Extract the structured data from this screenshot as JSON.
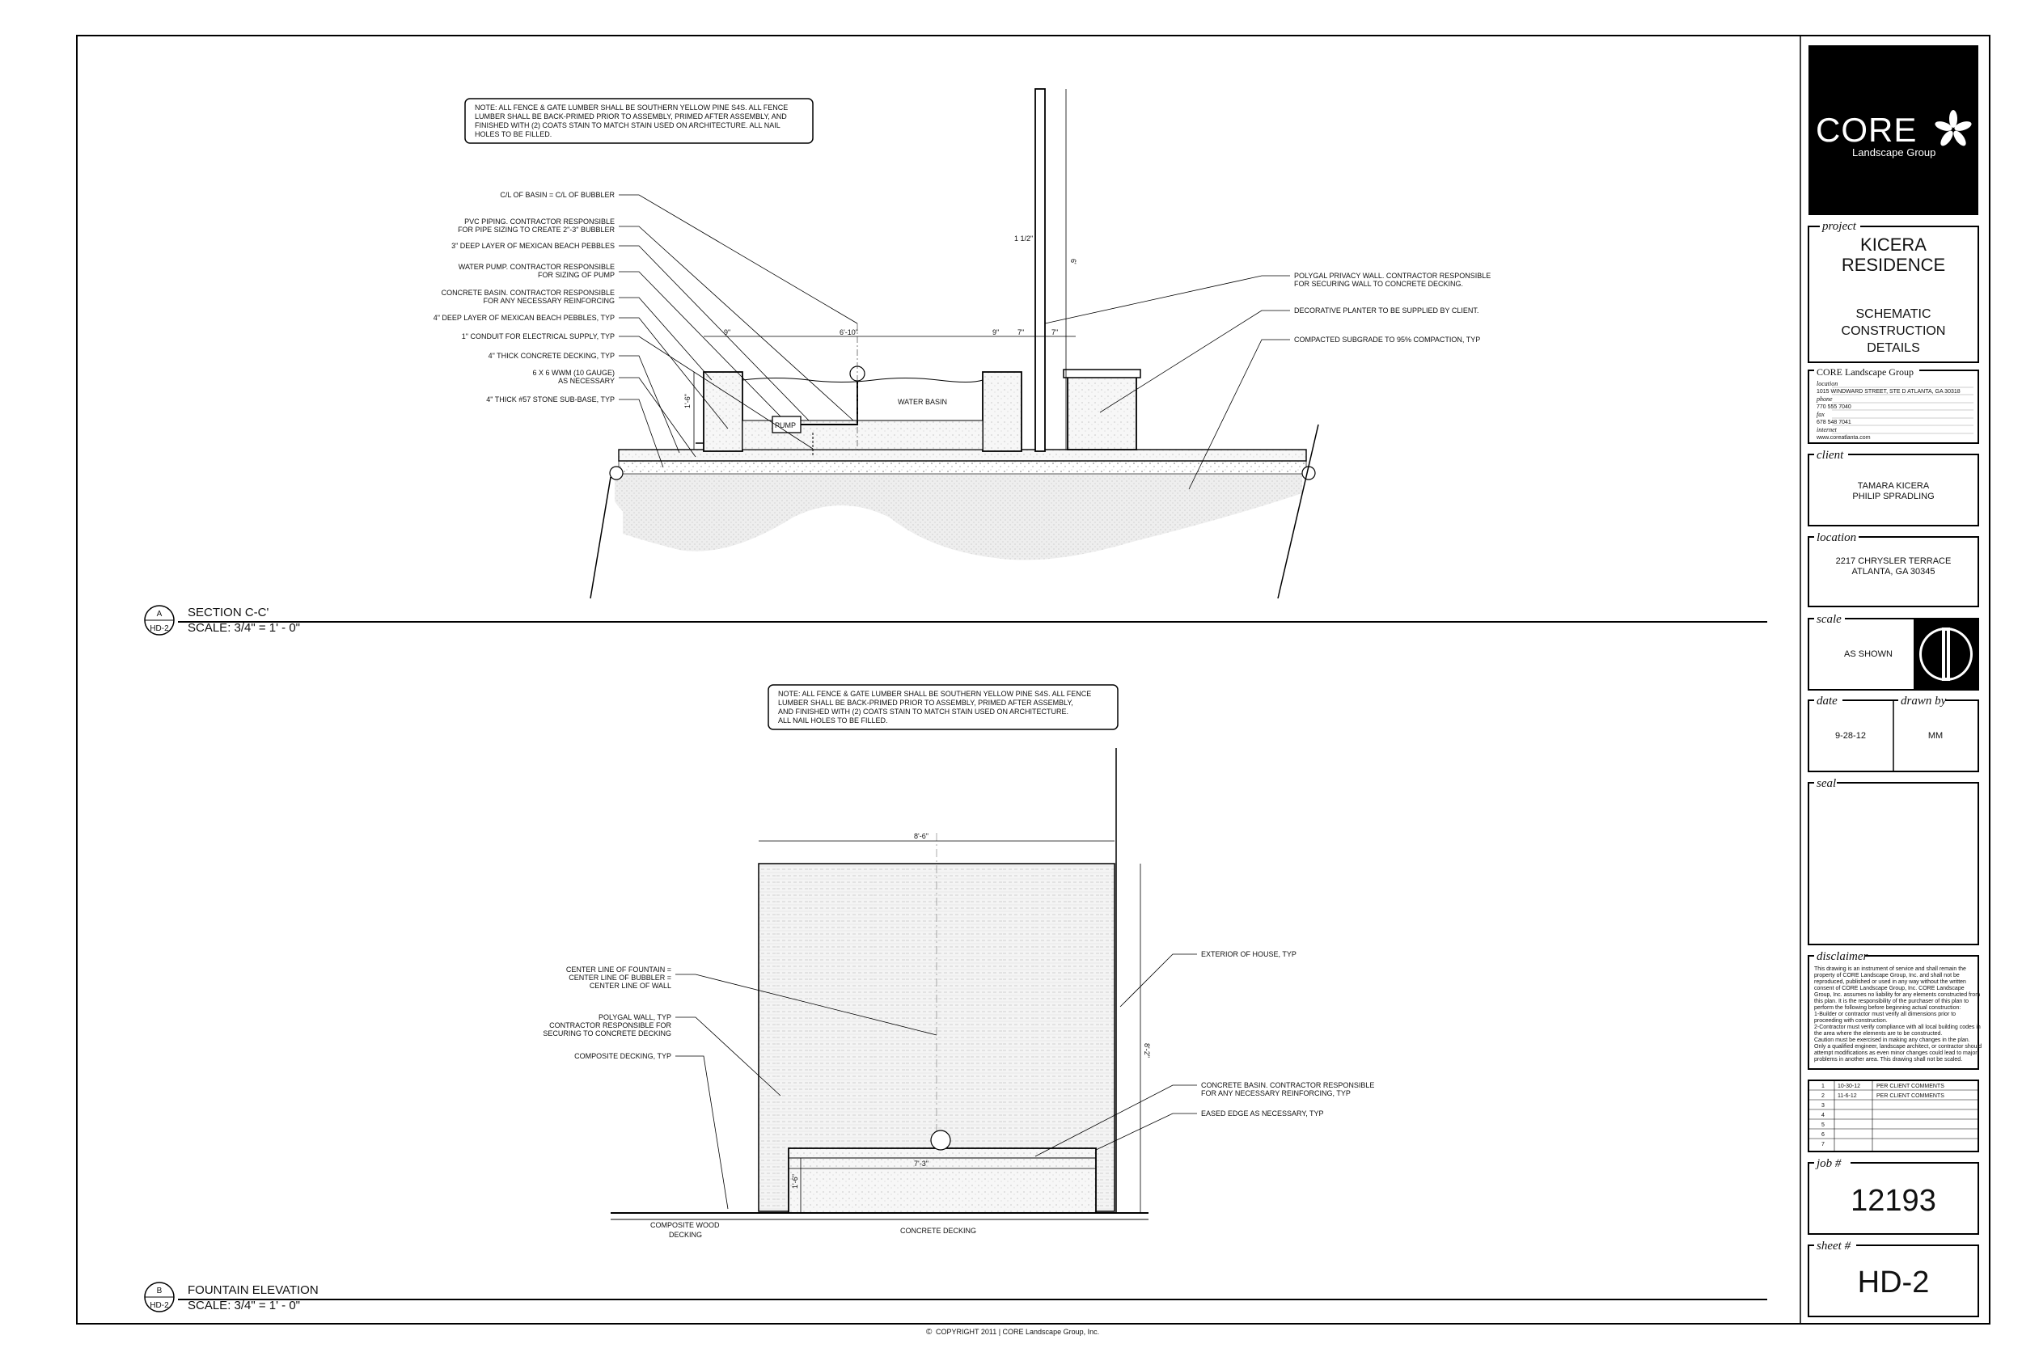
{
  "note_text": [
    "NOTE: ALL FENCE & GATE LUMBER SHALL BE SOUTHERN YELLOW PINE S4S. ALL FENCE",
    "LUMBER SHALL BE BACK-PRIMED PRIOR TO ASSEMBLY,  PRIMED AFTER ASSEMBLY,  AND",
    "FINISHED WITH (2) COATS STAIN TO MATCH STAIN USED ON ARCHITECTURE. ALL NAIL",
    "HOLES TO BE FILLED."
  ],
  "note_text_b": [
    "NOTE: ALL FENCE & GATE LUMBER SHALL BE SOUTHERN YELLOW PINE S4S. ALL FENCE",
    "LUMBER SHALL BE BACK-PRIMED PRIOR TO ASSEMBLY,  PRIMED AFTER ASSEMBLY,",
    "AND FINISHED WITH (2) COATS STAIN TO MATCH STAIN USED ON ARCHITECTURE.",
    "ALL NAIL HOLES TO BE FILLED."
  ],
  "section_a": {
    "bubble_top": "A",
    "bubble_bottom": "HD-2",
    "title": "SECTION C-C'",
    "scale": "SCALE: 3/4\" = 1' - 0\"",
    "labels_left": [
      "C/L OF BASIN = C/L OF BUBBLER",
      "PVC PIPING. CONTRACTOR RESPONSIBLE",
      "FOR PIPE SIZING TO CREATE 2\"-3\" BUBBLER",
      "3\" DEEP LAYER OF MEXICAN BEACH PEBBLES",
      "WATER PUMP. CONTRACTOR RESPONSIBLE",
      "FOR SIZING OF PUMP",
      "CONCRETE BASIN. CONTRACTOR RESPONSIBLE",
      "FOR ANY NECESSARY REINFORCING",
      "4\" DEEP LAYER OF MEXICAN BEACH PEBBLES, TYP",
      "1\" CONDUIT FOR ELECTRICAL SUPPLY, TYP",
      "4\" THICK CONCRETE DECKING, TYP",
      "6 X 6 WWM (10 GAUGE)",
      "AS NECESSARY",
      "4\" THICK #57 STONE SUB-BASE, TYP"
    ],
    "labels_right": [
      "POLYGAL PRIVACY WALL. CONTRACTOR RESPONSIBLE",
      "FOR SECURING WALL TO CONCRETE DECKING.",
      "DECORATIVE PLANTER TO BE SUPPLIED BY CLIENT.",
      "COMPACTED SUBGRADE TO 95% COMPACTION, TYP"
    ],
    "dims": [
      "9\"",
      "6'-10\"",
      "9\"",
      "7\"",
      "7\"",
      "1 1/2\"",
      "6'",
      "1'-6\""
    ],
    "pump": "PUMP",
    "water_basin": "WATER BASIN"
  },
  "section_b": {
    "bubble_top": "B",
    "bubble_bottom": "HD-2",
    "title": "FOUNTAIN ELEVATION",
    "scale": "SCALE: 3/4\" = 1' - 0\"",
    "labels_left": [
      "CENTER LINE OF FOUNTAIN =",
      "CENTER LINE OF BUBBLER =",
      "CENTER LINE OF WALL",
      "POLYGAL WALL, TYP",
      "CONTRACTOR RESPONSIBLE FOR",
      "SECURING TO CONCRETE DECKING",
      "COMPOSITE DECKING, TYP"
    ],
    "labels_right": [
      "EXTERIOR OF HOUSE, TYP",
      "CONCRETE BASIN. CONTRACTOR RESPONSIBLE",
      "FOR ANY NECESSARY REINFORCING, TYP",
      "EASED EDGE AS NECESSARY, TYP"
    ],
    "dims": [
      "8'-6\"",
      "8'-2\"",
      "7'-3\"",
      "1'-6\""
    ],
    "composite_wood": [
      "COMPOSITE WOOD",
      "DECKING"
    ],
    "concrete_decking": "CONCRETE DECKING"
  },
  "copyright": "COPYRIGHT  2011  |  CORE Landscape Group, Inc.",
  "title_block": {
    "logo_main": "CORE",
    "logo_sub": "Landscape Group",
    "project_label": "project",
    "project_name": [
      "KICERA",
      "RESIDENCE"
    ],
    "project_desc": [
      "SCHEMATIC",
      "CONSTRUCTION",
      "DETAILS"
    ],
    "company_title": "CORE Landscape Group",
    "company_details": [
      "location",
      "1015 WINDWARD STREET, STE D  ATLANTA, GA 30318",
      "phone",
      "770 555 7040",
      "fax",
      "678 548 7041",
      "internet",
      "www.coreatlanta.com"
    ],
    "client_label": "client",
    "client_names": [
      "TAMARA KICERA",
      "PHILIP SPRADLING"
    ],
    "location_label": "location",
    "location_lines": [
      "2217 CHRYSLER TERRACE",
      "ATLANTA, GA 30345"
    ],
    "scale_label": "scale",
    "scale_value": "AS SHOWN",
    "date_label": "date",
    "drawn_label": "drawn by",
    "date_value": "9-28-12",
    "drawn_value": "MM",
    "seal_label": "seal",
    "disclaimer_label": "disclaimer",
    "disclaimer_lines": [
      "This drawing is an instrument of service and shall remain the",
      "property of CORE Landscape Group, Inc. and shall not be",
      "reproduced, published or used in any way without the written",
      "consent of CORE Landscape Group, Inc. CORE Landscape",
      "Group, Inc. assumes no liability for any elements constructed from",
      "this plan. It is the responsibility of the purchaser of this plan to",
      "perform the following before beginning actual construction:",
      "1-Builder or contractor must verify all dimensions prior to",
      "proceeding with construction.",
      "2-Contractor must verify compliance with all local building codes in",
      "the area where the elements are to be constructed.",
      "Caution must be exercised in making any changes in the plan.",
      "Only a qualified engineer, landscape architect, or contractor should",
      "attempt modifications as even minor changes could lead to major",
      "problems in another area. This drawing shall not be scaled."
    ],
    "revisions": [
      {
        "no": "1",
        "date": "10-30-12",
        "desc": "PER CLIENT COMMENTS"
      },
      {
        "no": "2",
        "date": "11-6-12",
        "desc": "PER CLIENT COMMENTS"
      },
      {
        "no": "3",
        "date": "",
        "desc": ""
      },
      {
        "no": "4",
        "date": "",
        "desc": ""
      },
      {
        "no": "5",
        "date": "",
        "desc": ""
      },
      {
        "no": "6",
        "date": "",
        "desc": ""
      },
      {
        "no": "7",
        "date": "",
        "desc": ""
      }
    ],
    "job_label": "job #",
    "job_number": "12193",
    "sheet_label": "sheet #",
    "sheet_number": "HD-2"
  }
}
